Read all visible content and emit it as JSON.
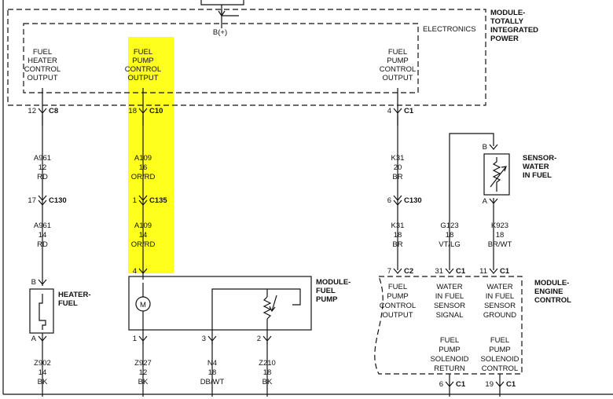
{
  "modules": {
    "tipm": {
      "name": [
        "MODULE-",
        "TOTALLY",
        "INTEGRATED",
        "POWER"
      ],
      "section": "ELECTRONICS",
      "feed": "B(+)"
    },
    "fuel_pump_module": {
      "name": [
        "MODULE-",
        "FUEL",
        "PUMP"
      ]
    },
    "ecm": {
      "name": [
        "MODULE-",
        "ENGINE",
        "CONTROL"
      ]
    }
  },
  "outputs": {
    "heater": [
      "FUEL",
      "HEATER",
      "CONTROL",
      "OUTPUT"
    ],
    "pump_ctrl": [
      "FUEL",
      "PUMP",
      "CONTROL",
      "OUTPUT"
    ],
    "pump_ctrl_right": [
      "FUEL",
      "PUMP",
      "CONTROL",
      "OUTPUT"
    ]
  },
  "connectors": {
    "c1": {
      "pin": "12",
      "name": "C8"
    },
    "c2": {
      "pin": "18",
      "name": "C10"
    },
    "c3": {
      "pin": "4",
      "name": "C1"
    },
    "c4": {
      "pin": "17",
      "name": "C130"
    },
    "c5": {
      "pin": "1",
      "name": "C135"
    },
    "c6": {
      "pin": "6",
      "name": "C130"
    },
    "c7": {
      "pin": "B",
      "name": ""
    },
    "c8": {
      "pin": "4",
      "name": ""
    },
    "c9": {
      "pin": "B",
      "name": ""
    },
    "c10": {
      "pin": "A",
      "name": ""
    },
    "c11": {
      "pin": "7",
      "name": "C2"
    },
    "c12": {
      "pin": "31",
      "name": "C1"
    },
    "c13": {
      "pin": "11",
      "name": "C1"
    },
    "c14": {
      "pin": "A",
      "name": ""
    },
    "c15": {
      "pin": "1",
      "name": ""
    },
    "c16": {
      "pin": "3",
      "name": ""
    },
    "c17": {
      "pin": "2",
      "name": ""
    },
    "c18": {
      "pin": "6",
      "name": "C1"
    },
    "c19": {
      "pin": "19",
      "name": "C1"
    }
  },
  "wires": {
    "w1": [
      "A961",
      "12",
      "RD"
    ],
    "w2": [
      "A961",
      "14",
      "RD"
    ],
    "w3": [
      "A109",
      "16",
      "OR/RD"
    ],
    "w4": [
      "A109",
      "14",
      "OR/RD"
    ],
    "w5": [
      "K31",
      "20",
      "BR"
    ],
    "w6": [
      "K31",
      "18",
      "BR"
    ],
    "w7": [
      "G123",
      "18",
      "VT/LG"
    ],
    "w8": [
      "K923",
      "18",
      "BR/WT"
    ],
    "w9": [
      "Z902",
      "14",
      "BK"
    ],
    "w10": [
      "Z927",
      "12",
      "BK"
    ],
    "w11": [
      "N4",
      "18",
      "DB/WT"
    ],
    "w12": [
      "Z210",
      "18",
      "BK"
    ]
  },
  "components": {
    "heater": [
      "HEATER-",
      "FUEL"
    ],
    "sensor": [
      "SENSOR-",
      "WATER",
      "IN FUEL"
    ],
    "motor": "M"
  },
  "ecm_pins": {
    "p1": [
      "FUEL",
      "PUMP",
      "CONTROL",
      "OUTPUT"
    ],
    "p2": [
      "WATER",
      "IN FUEL",
      "SENSOR",
      "SIGNAL"
    ],
    "p3": [
      "WATER",
      "IN FUEL",
      "SENSOR",
      "GROUND"
    ],
    "p4": [
      "FUEL",
      "PUMP",
      "SOLENOID",
      "RETURN"
    ],
    "p5": [
      "FUEL",
      "PUMP",
      "SOLENOID",
      "CONTROL"
    ]
  },
  "colors": {
    "highlight": "#ffff1e",
    "ink": "#111111",
    "background": "#ffffff"
  }
}
